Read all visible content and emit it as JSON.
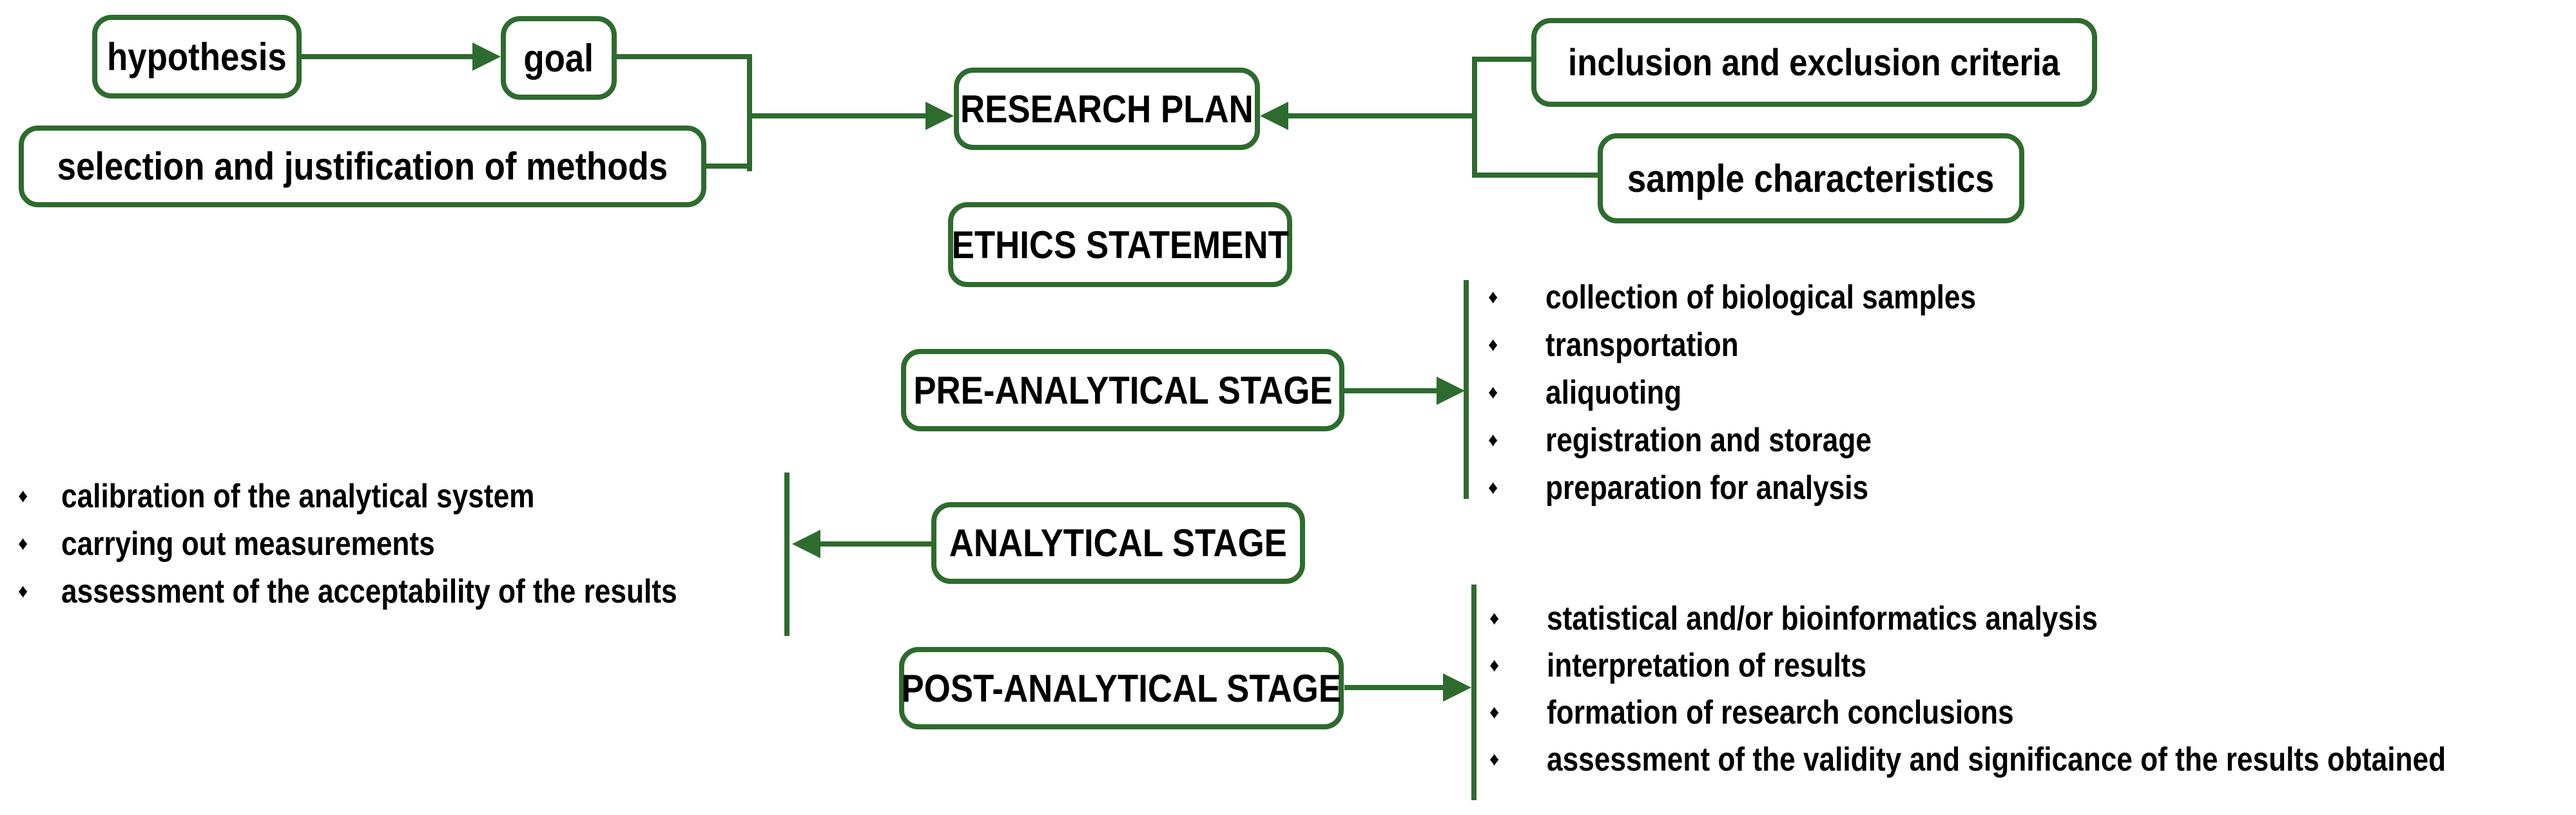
{
  "diagram": {
    "bullet_glyph": "♦",
    "colors": {
      "accent_green": "#2e6b2e",
      "text_black": "#000000",
      "background": "#ffffff"
    },
    "nodes": {
      "hypothesis": {
        "label": "hypothesis"
      },
      "goal": {
        "label": "goal"
      },
      "methods": {
        "label": "selection and justification of methods"
      },
      "research_plan": {
        "label": "RESEARCH PLAN"
      },
      "ethics": {
        "label": "ETHICS STATEMENT"
      },
      "pre_analytical": {
        "label": "PRE-ANALYTICAL STAGE"
      },
      "analytical": {
        "label": "ANALYTICAL STAGE"
      },
      "post_analytical": {
        "label": "POST-ANALYTICAL STAGE"
      },
      "inclusion": {
        "label": "inclusion and exclusion criteria"
      },
      "sample": {
        "label": "sample characteristics"
      }
    },
    "lists": {
      "pre_analytical": {
        "items": [
          "collection of biological samples",
          "transportation",
          "aliquoting",
          "registration and storage",
          "preparation for analysis"
        ]
      },
      "analytical": {
        "items": [
          "calibration of the analytical system",
          "carrying out measurements",
          "assessment of the acceptability of the results"
        ]
      },
      "post_analytical": {
        "items": [
          "statistical and/or bioinformatics analysis",
          "interpretation of results",
          "formation of research conclusions",
          "assessment of the validity and significance of the results obtained"
        ]
      }
    }
  }
}
